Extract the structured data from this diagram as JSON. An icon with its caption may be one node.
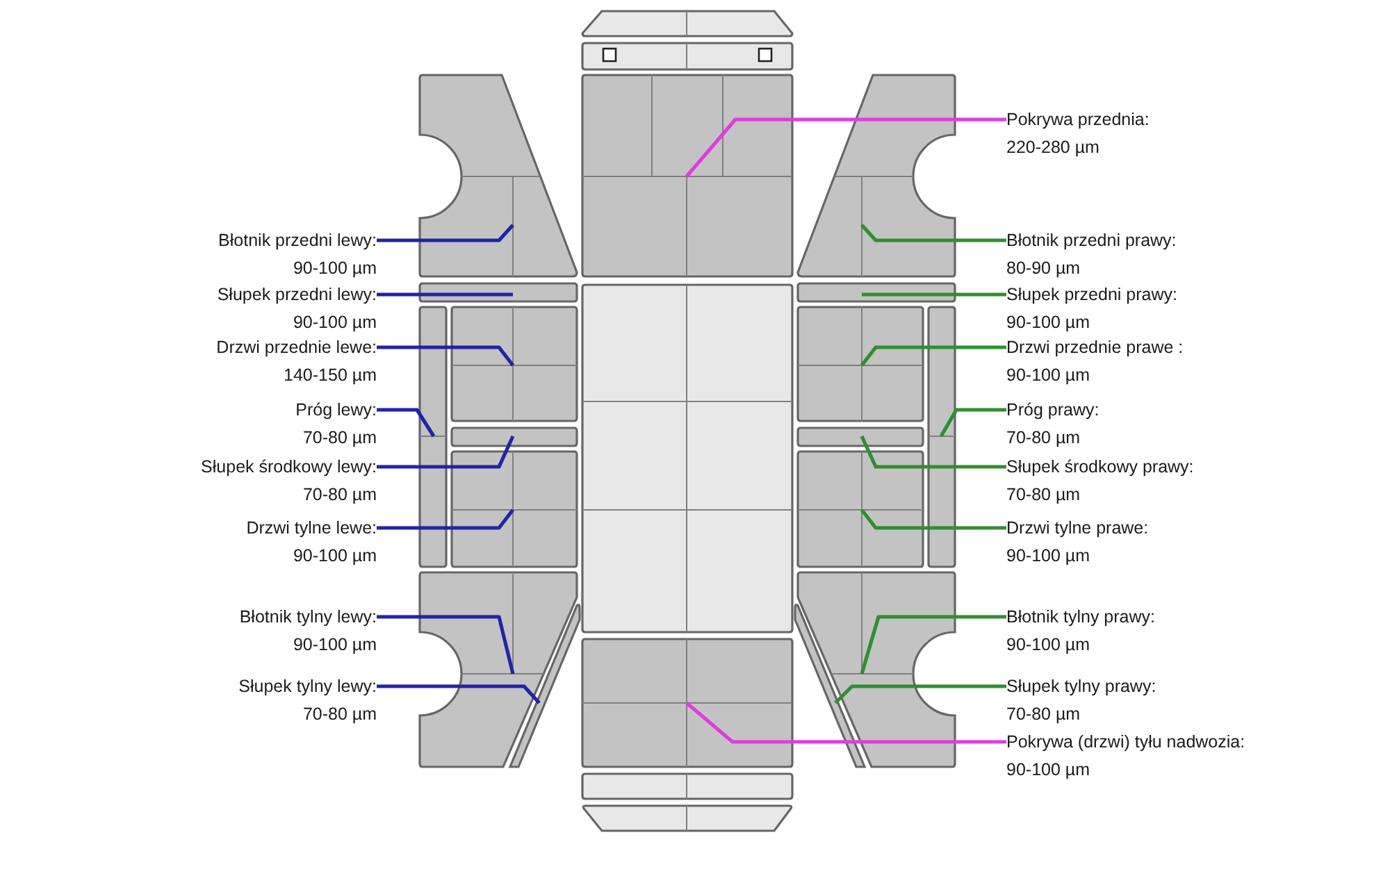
{
  "diagram": {
    "nodes": [
      {
        "text": [
          "Pokrywa przednia:",
          "220-280 µm"
        ]
      },
      {
        "text": [
          "Błotnik przedni lewy:",
          "90-100 µm"
        ]
      },
      {
        "text": [
          "Słupek przedni lewy:",
          "90-100 µm"
        ]
      },
      {
        "text": [
          "Drzwi przednie lewe:",
          "140-150 µm"
        ]
      },
      {
        "text": [
          "Próg lewy:",
          "70-80 µm"
        ]
      },
      {
        "text": [
          "Słupek środkowy lewy:",
          "70-80 µm"
        ]
      },
      {
        "text": [
          "Drzwi tylne lewe:",
          "90-100 µm"
        ]
      },
      {
        "text": [
          "Błotnik tylny lewy:",
          "90-100 µm"
        ]
      },
      {
        "text": [
          "Słupek tylny lewy:",
          "70-80 µm"
        ]
      },
      {
        "text": [
          "Błotnik przedni prawy:",
          "80-90 µm"
        ]
      },
      {
        "text": [
          "Słupek przedni prawy:",
          "90-100 µm"
        ]
      },
      {
        "text": [
          "Drzwi przednie prawe :",
          "90-100 µm"
        ]
      },
      {
        "text": [
          "Próg prawy:",
          "70-80 µm"
        ]
      },
      {
        "text": [
          "Słupek środkowy prawy:",
          "70-80 µm"
        ]
      },
      {
        "text": [
          "Drzwi tylne prawe:",
          "90-100 µm"
        ]
      },
      {
        "text": [
          "Błotnik tylny prawy:",
          "90-100 µm"
        ]
      },
      {
        "text": [
          "Słupek tylny prawy:",
          "70-80 µm"
        ]
      },
      {
        "text": [
          "Pokrywa (drzwi) tyłu nadwozia:",
          "90-100 µm"
        ]
      },
      {
        "text": [],
        "shape": "box"
      },
      {
        "text": [],
        "shape": "box"
      },
      {
        "text": [],
        "shape": "box"
      },
      {
        "text": [],
        "shape": "box"
      },
      {
        "text": [],
        "shape": "box"
      },
      {
        "text": [],
        "shape": "box"
      },
      {
        "text": [],
        "shape": "box"
      },
      {
        "text": [],
        "shape": "box"
      },
      {
        "text": [],
        "shape": "box"
      },
      {
        "text": [],
        "shape": "box"
      },
      {
        "text": [],
        "shape": "box"
      },
      {
        "text": [],
        "shape": "box"
      },
      {
        "text": [],
        "shape": "box"
      },
      {
        "text": [],
        "shape": "box"
      },
      {
        "text": [],
        "shape": "box"
      },
      {
        "text": [],
        "shape": "box"
      },
      {
        "text": [],
        "shape": "box"
      },
      {
        "text": [],
        "shape": "box"
      }
    ],
    "edges": [
      {
        "from": 0,
        "to": 18,
        "arrow": "none",
        "color": "#e03ce0"
      },
      {
        "from": 1,
        "to": 19,
        "arrow": "none",
        "color": "#2323a8"
      },
      {
        "from": 2,
        "to": 20,
        "arrow": "none",
        "color": "#2323a8"
      },
      {
        "from": 3,
        "to": 21,
        "arrow": "none",
        "color": "#2323a8"
      },
      {
        "from": 4,
        "to": 22,
        "arrow": "none",
        "color": "#2323a8"
      },
      {
        "from": 5,
        "to": 23,
        "arrow": "none",
        "color": "#2323a8"
      },
      {
        "from": 6,
        "to": 24,
        "arrow": "none",
        "color": "#2323a8"
      },
      {
        "from": 7,
        "to": 25,
        "arrow": "none",
        "color": "#2323a8"
      },
      {
        "from": 8,
        "to": 26,
        "arrow": "none",
        "color": "#2323a8"
      },
      {
        "from": 9,
        "to": 27,
        "arrow": "none",
        "color": "#2f8f2f"
      },
      {
        "from": 10,
        "to": 28,
        "arrow": "none",
        "color": "#2f8f2f"
      },
      {
        "from": 11,
        "to": 29,
        "arrow": "none",
        "color": "#2f8f2f"
      },
      {
        "from": 12,
        "to": 30,
        "arrow": "none",
        "color": "#2f8f2f"
      },
      {
        "from": 13,
        "to": 31,
        "arrow": "none",
        "color": "#2f8f2f"
      },
      {
        "from": 14,
        "to": 32,
        "arrow": "none",
        "color": "#2f8f2f"
      },
      {
        "from": 15,
        "to": 33,
        "arrow": "none",
        "color": "#2f8f2f"
      },
      {
        "from": 16,
        "to": 34,
        "arrow": "none",
        "color": "#2f8f2f"
      },
      {
        "from": 17,
        "to": 35,
        "arrow": "none",
        "color": "#e03ce0"
      }
    ]
  }
}
